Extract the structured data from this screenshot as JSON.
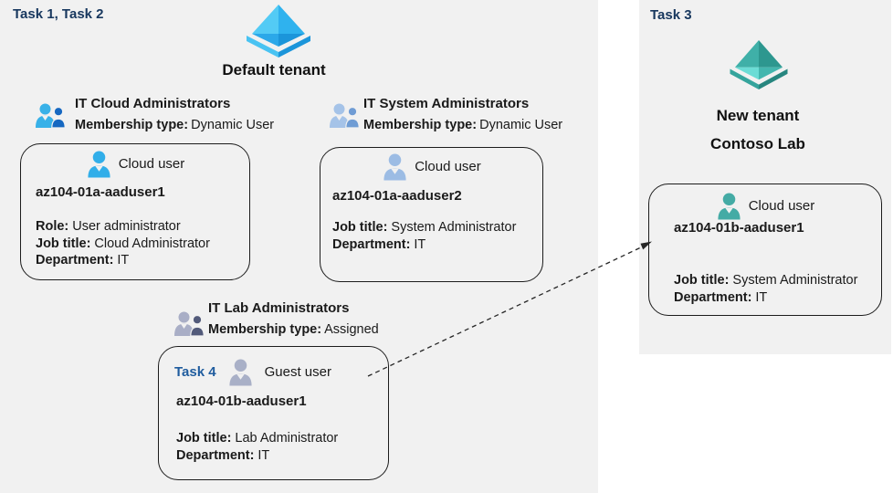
{
  "labels": {
    "task12": "Task 1, Task 2",
    "task3": "Task 3",
    "default_tenant": "Default tenant",
    "new_tenant_line1": "New tenant",
    "new_tenant_line2": "Contoso Lab"
  },
  "groups": [
    {
      "name": "IT Cloud Administrators",
      "membership_label": "Membership type:",
      "membership_value": "Dynamic User"
    },
    {
      "name": "IT System Administrators",
      "membership_label": "Membership type:",
      "membership_value": "Dynamic User"
    },
    {
      "name": "IT Lab Administrators",
      "membership_label": "Membership type:",
      "membership_value": "Assigned"
    }
  ],
  "cards": [
    {
      "user_type": "Cloud user",
      "username": "az104-01a-aaduser1",
      "fields": [
        {
          "label": "Role:",
          "value": "User administrator"
        },
        {
          "label": "Job title:",
          "value": "Cloud Administrator"
        },
        {
          "label": "Department:",
          "value": "IT"
        }
      ]
    },
    {
      "user_type": "Cloud user",
      "username": "az104-01a-aaduser2",
      "fields": [
        {
          "label": "Job title:",
          "value": "System Administrator"
        },
        {
          "label": "Department:",
          "value": "IT"
        }
      ]
    },
    {
      "task_label": "Task 4",
      "user_type": "Guest user",
      "username": "az104-01b-aaduser1",
      "fields": [
        {
          "label": "Job title:",
          "value": "Lab Administrator"
        },
        {
          "label": "Department:",
          "value": "IT"
        }
      ]
    },
    {
      "user_type": "Cloud user",
      "username": "az104-01b-aaduser1",
      "fields": [
        {
          "label": "Job title:",
          "value": "System Administrator"
        },
        {
          "label": "Department:",
          "value": "IT"
        }
      ]
    }
  ],
  "colors": {
    "background_gray": "#f1f1f1",
    "task_heading_blue": "#17375e",
    "task4_blue": "#1f5c9e",
    "tenant_icon_blue_light": "#53cbf5",
    "tenant_icon_blue_dark": "#1b95da",
    "tenant_icon_teal_light": "#6bdcd5",
    "tenant_icon_teal_dark": "#27867f",
    "cloud_user_icon_blue": "#31aee9",
    "cloud_user_icon_steel": "#9cbce4",
    "guest_user_icon_gray": "#a9b0c7",
    "cloud_user_icon_teal": "#44aba5"
  }
}
